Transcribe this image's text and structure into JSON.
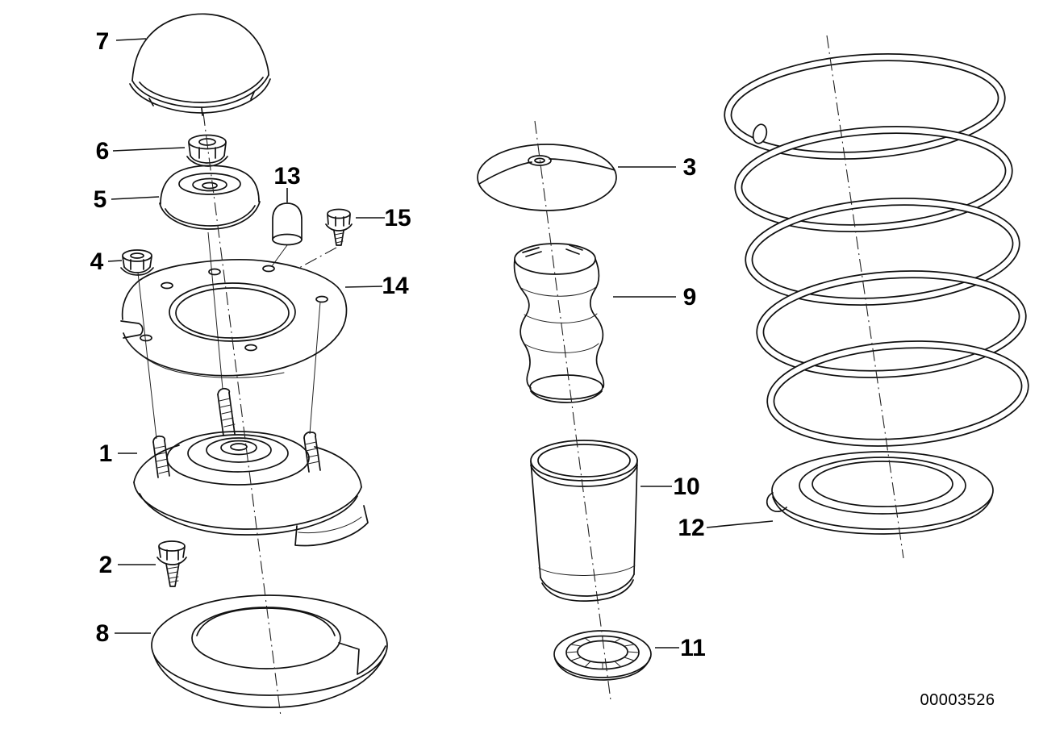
{
  "diagram": {
    "number": "00003526",
    "background": "#ffffff",
    "line_color": "#111111",
    "callouts": [
      "7",
      "6",
      "5",
      "4",
      "13",
      "15",
      "14",
      "1",
      "2",
      "8",
      "3",
      "9",
      "10",
      "11",
      "12"
    ]
  }
}
